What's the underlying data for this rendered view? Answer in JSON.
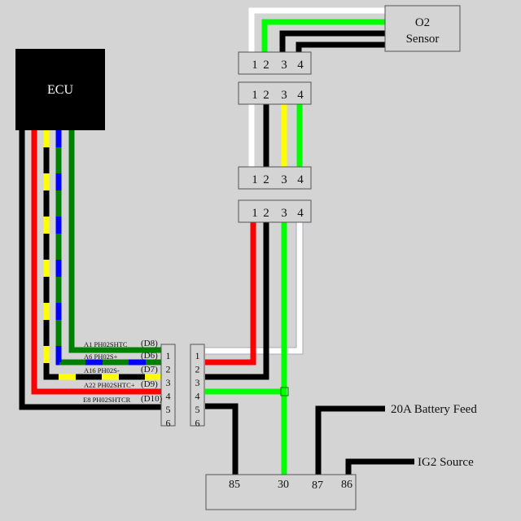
{
  "colors": {
    "background": "#d4d4d4",
    "black": "#000000",
    "red": "#ff0000",
    "yellow": "#ffff00",
    "blue": "#0000ff",
    "dark_green": "#008000",
    "bright_green": "#00ff00",
    "white": "#ffffff"
  },
  "ecu": {
    "label": "ECU"
  },
  "o2_sensor": {
    "line1": "O2",
    "line2": "Sensor"
  },
  "four_pin_connectors": [
    {
      "pins": [
        "1",
        "2",
        "3",
        "4"
      ]
    },
    {
      "pins": [
        "1",
        "2",
        "3",
        "4"
      ]
    },
    {
      "pins": [
        "1",
        "2",
        "3",
        "4"
      ]
    },
    {
      "pins": [
        "1",
        "2",
        "3",
        "4"
      ]
    }
  ],
  "six_pin_left": {
    "pins": [
      "1",
      "2",
      "3",
      "4",
      "5",
      "6"
    ]
  },
  "six_pin_right": {
    "pins": [
      "1",
      "2",
      "3",
      "4",
      "5",
      "6"
    ]
  },
  "ecu_wires": [
    {
      "pin": "A1",
      "name": "PH02SHTC",
      "code": "(D8)",
      "color": "dark_green"
    },
    {
      "pin": "A6",
      "name": "PH02S+",
      "code": "(D6)",
      "color": "blue/dark_green"
    },
    {
      "pin": "A16",
      "name": "PH02S-",
      "code": "(D7)",
      "color": "yellow/black"
    },
    {
      "pin": "A22",
      "name": "PH02SHTC+",
      "code": "(D9)",
      "color": "red"
    },
    {
      "pin": "E8",
      "name": "PH02SHTCR",
      "code": "(D10)",
      "color": "black"
    }
  ],
  "relay": {
    "pins": [
      "85",
      "30",
      "87",
      "86"
    ]
  },
  "external_labels": {
    "battery_feed": "20A Battery Feed",
    "ig2_source": "IG2 Source"
  }
}
